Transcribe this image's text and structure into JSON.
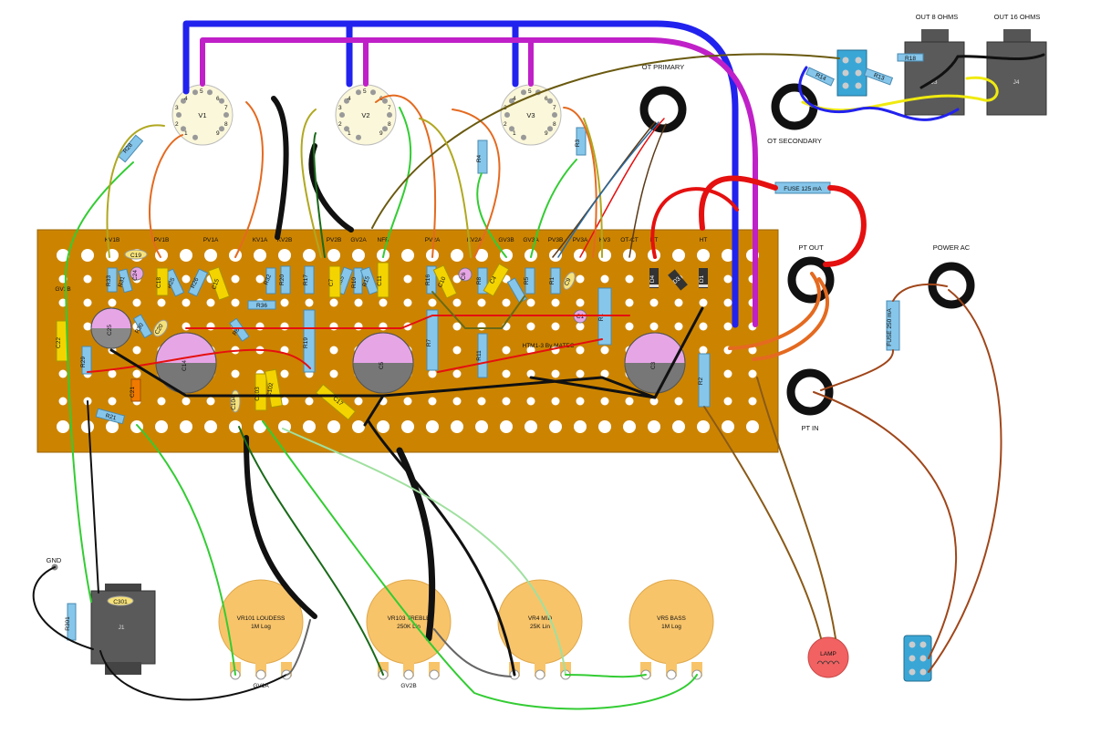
{
  "board": {
    "credit": "HTM1-3 By MATEC",
    "top_labels": [
      "KV1B",
      "PV1B",
      "PV1A",
      "KV1A",
      "KV2B",
      "PV2B",
      "GV2A",
      "NFB",
      "PV2A",
      "KV2A",
      "GV3B",
      "GV3A",
      "PV3B",
      "PV3A",
      "KV3",
      "OT-CT",
      "HT",
      "HT"
    ],
    "left_label": "GV1B",
    "resistors": [
      "R33",
      "R31",
      "R25",
      "R26",
      "R36",
      "R32",
      "R20",
      "R17",
      "R35",
      "R10",
      "R15",
      "R16",
      "R19",
      "R7",
      "R8",
      "R11",
      "R5",
      "R1",
      "R1",
      "R2",
      "R29",
      "R21",
      "R30",
      "R6",
      "R4",
      "R3",
      "R28",
      "R18",
      "R14",
      "R13",
      "R301"
    ],
    "capacitors": [
      "C19",
      "C24",
      "C18",
      "C15",
      "C25",
      "C20",
      "C14",
      "C22",
      "C21",
      "C104",
      "C103",
      "C102",
      "C7",
      "C11",
      "C17",
      "C5",
      "C10",
      "C4",
      "C6",
      "C9",
      "C1",
      "C3",
      "C301"
    ],
    "diodes": [
      "D4",
      "D3",
      "D1"
    ]
  },
  "tubes": [
    "V1",
    "V2",
    "V3"
  ],
  "tube_pins": [
    "1",
    "2",
    "3",
    "4",
    "5",
    "6",
    "7",
    "8",
    "9"
  ],
  "transformers": {
    "ot_primary": "OT PRIMARY",
    "ot_secondary": "OT SECONDARY",
    "pt_out": "PT OUT",
    "pt_in": "PT IN",
    "power_ac": "POWER AC"
  },
  "fuses": {
    "ht": "FUSE 125 mA",
    "ac": "FUSE 250 mA"
  },
  "outputs": {
    "out8": "OUT 8 OHMS",
    "out16": "OUT 16 OHMS",
    "j3": "J3",
    "j4": "J4"
  },
  "input": {
    "gnd": "GND",
    "j1": "J1"
  },
  "pots": [
    {
      "name": "VR101 LOUDESS",
      "value": "1M Log"
    },
    {
      "name": "VR103 TREBLE",
      "value": "250K Lin"
    },
    {
      "name": "VR4 MID",
      "value": "25K Lin"
    },
    {
      "name": "VR5 BASS",
      "value": "1M Log"
    }
  ],
  "pot_labels": {
    "gv1a": "GV1A",
    "gv2b": "GV2B"
  },
  "lamp": "LAMP",
  "colors": {
    "board": "#cc8400",
    "resistor": "#86c6ea",
    "cap_yellow": "#f4d400",
    "cap_pink": "#e6a6e6",
    "cap_orange": "#f07a00",
    "pot": "#f8c46a",
    "wire_blue": "#2222ee",
    "wire_magenta": "#c020c8",
    "wire_red": "#e51010",
    "wire_green": "#33cc33",
    "wire_black": "#111111",
    "wire_orange": "#e46a20",
    "wire_brown": "#8a4a18",
    "wire_olive": "#6a6a16",
    "wire_yellow": "#f0ea10"
  }
}
